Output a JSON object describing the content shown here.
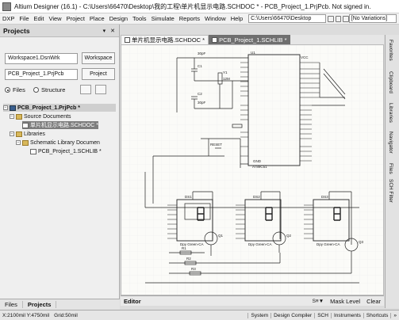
{
  "window": {
    "title": "Altium Designer (16.1) - C:\\Users\\66470\\Desktop\\我的工程\\单片机显示电路.SCHDOC * - PCB_Project_1.PrjPcb. Not signed in."
  },
  "menu": {
    "items": [
      "DXP",
      "File",
      "Edit",
      "View",
      "Project",
      "Place",
      "Design",
      "Tools",
      "Simulate",
      "Reports",
      "Window",
      "Help"
    ],
    "path": "C:\\Users\\66470\\Desktop",
    "variants": "[No Variations]"
  },
  "projects_panel": {
    "title": "Projects",
    "controls": "▾ ✕",
    "workspace_field": "Workspace1.DsnWrk",
    "workspace_button": "Workspace",
    "project_field": "PCB_Project_1.PrjPcb",
    "project_button": "Project",
    "radio_files": "Files",
    "radio_structure": "Structure",
    "tree": {
      "project": "PCB_Project_1.PrjPcb *",
      "source_documents": "Source Documents",
      "schdoc": "单片机显示电路.SCHDOC *",
      "libraries": "Libraries",
      "schlib_folder": "Schematic Library Documen",
      "schlib": "PCB_Project_1.SCHLIB *"
    },
    "bottom_tabs": [
      "Files",
      "Projects"
    ]
  },
  "doc_tabs": [
    "单片机显示电路.SCHDOC *",
    "PCB_Project_1.SCHLIB *"
  ],
  "editor": {
    "tab": "Editor",
    "nav": "S≡▼",
    "mask_level": "Mask Level",
    "clear": "Clear"
  },
  "right_panels": [
    "Favorites",
    "Clipboard",
    "Libraries",
    "Navigator",
    "Files",
    "SCH Filter"
  ],
  "status": {
    "coords": "X:2100mil Y:4750mil",
    "grid": "Grid:50mil",
    "panels": [
      "System",
      "Design Compiler",
      "SCH",
      "Instruments",
      "Shortcuts",
      "»"
    ]
  },
  "schematic": {
    "u1_ref": "U1",
    "u1_part": "AT89C51",
    "crystal": "Y1",
    "crystal_value": "12M",
    "cap1": "C1",
    "cap2": "C2",
    "cap_value": "30pF",
    "reset_label": "RESET",
    "vcc": "VCC",
    "gnd": "GND",
    "ds_refs": [
      "DS1",
      "DS2",
      "DS3"
    ],
    "ds_part": "Dpy Green-CA",
    "q_refs": [
      "Q1",
      "Q2",
      "Q3"
    ],
    "r_refs": [
      "R1",
      "R2",
      "R3"
    ]
  },
  "colors": {
    "schematic_bg": "#fbfbf8",
    "wire": "#222222",
    "active_tab": "#6f6f6f",
    "selected_tree": "#7d7d7d"
  }
}
